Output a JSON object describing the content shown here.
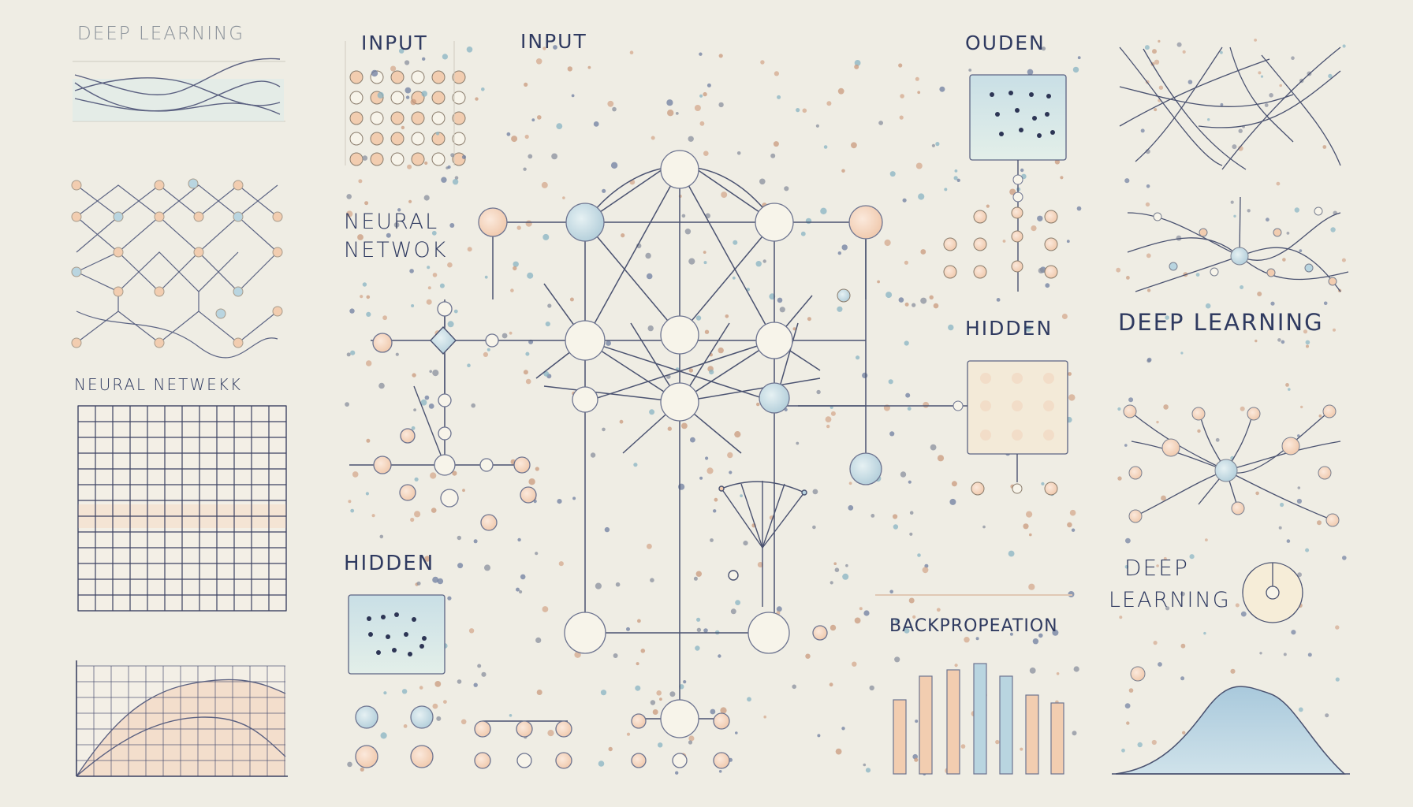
{
  "labels": {
    "deep_learning_top_left": "DEEP LEARNING",
    "input_1": "INPUT",
    "input_2": "INPUT",
    "ouden": "OUDEN",
    "neural_network_left": "NEURAL NETWEKK",
    "neural_netwok_line1": "NEURAL",
    "neural_netwok_line2": "NETWOK",
    "hidden_right": "HIDDEN",
    "hidden_bottom_left": "HIDDEN",
    "deep_learning_right": "DEEP LEARNING",
    "deep_line1": "DEEP",
    "learning_line2": "LEARNING",
    "backpropagation": "BACKPROPEATION"
  },
  "colors": {
    "background": "#efede4",
    "line": "#4a5270",
    "node_fill": "#f7f4ea",
    "accent_blue": "#b9d5e0",
    "accent_peach": "#f2cdb0",
    "accent_grid": "#3c4262"
  }
}
